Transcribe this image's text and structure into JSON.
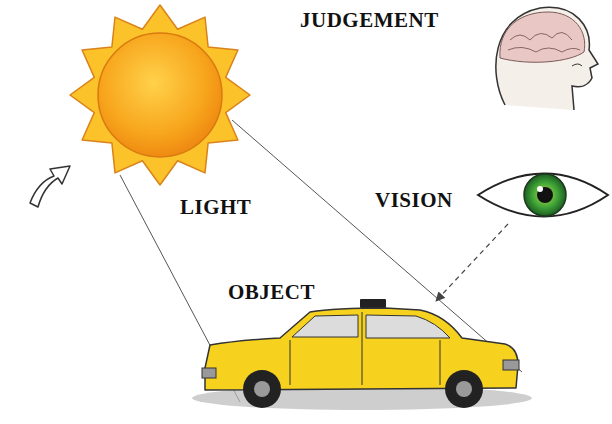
{
  "diagram": {
    "labels": [
      "JUDGEMENT",
      "LIGHT",
      "VISION",
      "OBJECT"
    ]
  }
}
